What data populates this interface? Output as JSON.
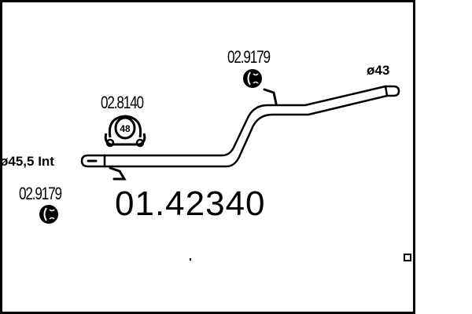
{
  "diagram": {
    "main_part_number": "01.42340",
    "components": [
      {
        "part_number": "02.9179",
        "type": "rubber-hanger",
        "position": "top-center"
      },
      {
        "part_number": "02.8140",
        "type": "clamp",
        "clamp_size": "48",
        "position": "left"
      },
      {
        "part_number": "02.9179",
        "type": "rubber-hanger",
        "position": "bottom-left"
      }
    ],
    "dimensions": {
      "inlet": "ø45,5 Int",
      "outlet": "ø43"
    },
    "colors": {
      "line": "#000000",
      "background": "#ffffff"
    }
  }
}
